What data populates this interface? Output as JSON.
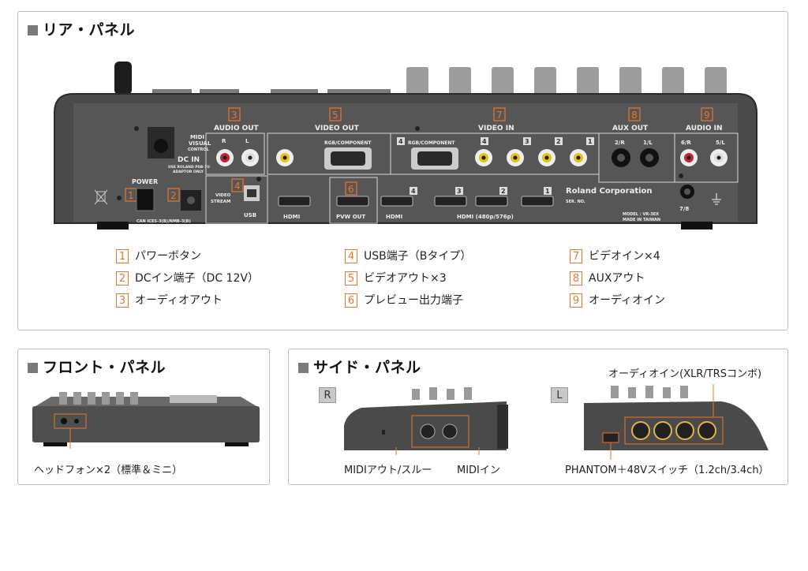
{
  "rear": {
    "title": "リア・パネル",
    "device": {
      "labels": {
        "audio_out": "AUDIO OUT",
        "video_out": "VIDEO OUT",
        "video_in": "VIDEO IN",
        "aux_out": "AUX OUT",
        "audio_in": "AUDIO IN",
        "power": "POWER",
        "dc_in": "DC IN",
        "dc_note1": "USE ROLAND PSB-7U",
        "dc_note2": "ADAPTOR ONLY",
        "midi_logo1": "MIDI",
        "midi_logo2": "VISUAL",
        "midi_logo3": "CONTROL",
        "r": "R",
        "l": "L",
        "rgb_component": "RGB/COMPONENT",
        "rgb_component_in": "RGB/COMPONENT",
        "hdmi": "HDMI",
        "pvw_out": "PVW OUT",
        "usb": "USB",
        "video_stream1": "VIDEO",
        "video_stream2": "STREAM",
        "hdmi_in": "HDMI (480p/576p)",
        "aux_2r": "2/R",
        "aux_1l": "1/L",
        "ain_6r": "6/R",
        "ain_5l": "5/L",
        "ain_78": "7/8",
        "roland": "Roland Corporation",
        "ser_no": "SER. NO.",
        "model": "MODEL : VR-3EX",
        "made_in": "MADE IN TAIWAN",
        "can": "CAN ICES-3(B)/NMB-3(B)",
        "vin_4": "4",
        "vin_3": "3",
        "vin_2": "2",
        "vin_1": "1"
      }
    },
    "legend": [
      {
        "num": "1",
        "text": "パワーボタン"
      },
      {
        "num": "2",
        "text": "DCイン端子（DC 12V）"
      },
      {
        "num": "3",
        "text": "オーディオアウト"
      },
      {
        "num": "4",
        "text": "USB端子（Bタイプ）"
      },
      {
        "num": "5",
        "text": "ビデオアウト×3"
      },
      {
        "num": "6",
        "text": "プレビュー出力端子"
      },
      {
        "num": "7",
        "text": "ビデオイン×4"
      },
      {
        "num": "8",
        "text": "AUXアウト"
      },
      {
        "num": "9",
        "text": "オーディオイン"
      }
    ]
  },
  "front": {
    "title": "フロント・パネル",
    "caption": "ヘッドフォン×2（標準＆ミニ）"
  },
  "side": {
    "title": "サイド・パネル",
    "tag_r": "R",
    "tag_l": "L",
    "caption_midi_out": "MIDIアウト/スルー",
    "caption_midi_in": "MIDIイン",
    "caption_audio_in": "オーディオイン(XLR/TRSコンボ)",
    "caption_phantom": "PHANTOM＋48Vスイッチ（1.2ch/3.4ch）"
  }
}
